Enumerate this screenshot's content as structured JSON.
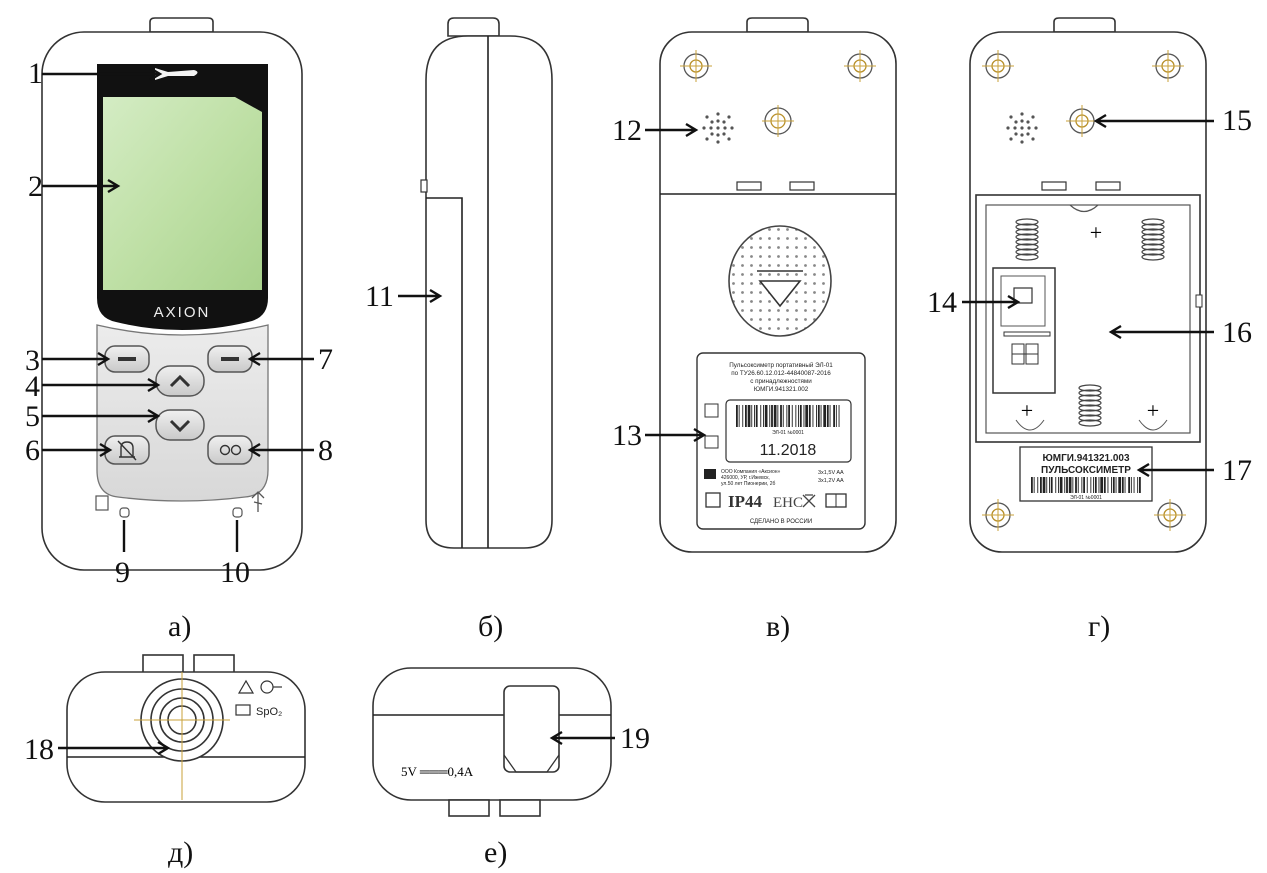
{
  "device": {
    "brand": "AXION"
  },
  "callouts": [
    "1",
    "2",
    "3",
    "4",
    "5",
    "6",
    "7",
    "8",
    "9",
    "10",
    "11",
    "12",
    "13",
    "14",
    "15",
    "16",
    "17",
    "18",
    "19"
  ],
  "captions": {
    "front": "а)",
    "side": "б)",
    "back": "в)",
    "back_open": "г)",
    "top": "д)",
    "bottom": "е)"
  },
  "label_back": {
    "lines": [
      "Пульсоксиметр портативный ЭЛ-01",
      "по ТУ26.60.12.012-44840087-2016",
      "с принадлежностями",
      "ЮМГИ.941321.002"
    ],
    "serial": "ЭЛ-01 №0001",
    "date": "11.2018",
    "manufacturer": [
      "ООО Компания «Аксион»",
      "426000, УР, г.Ижевск,",
      "ул.50 лет Пионерии, 2б"
    ],
    "battery": [
      "3x1,5V AA",
      "3x1,2V AA"
    ],
    "ip": "IP44",
    "made_in": "СДЕЛАНО В РОССИИ"
  },
  "label_compartment": {
    "code": "ЮМГИ.941321.003",
    "title": "ПУЛЬСОКСИМЕТР",
    "serial": "ЭЛ-01 №0001"
  },
  "power_label": "5V ═══0,4A",
  "sensor_label": "SpO₂",
  "plus_sign": "+"
}
